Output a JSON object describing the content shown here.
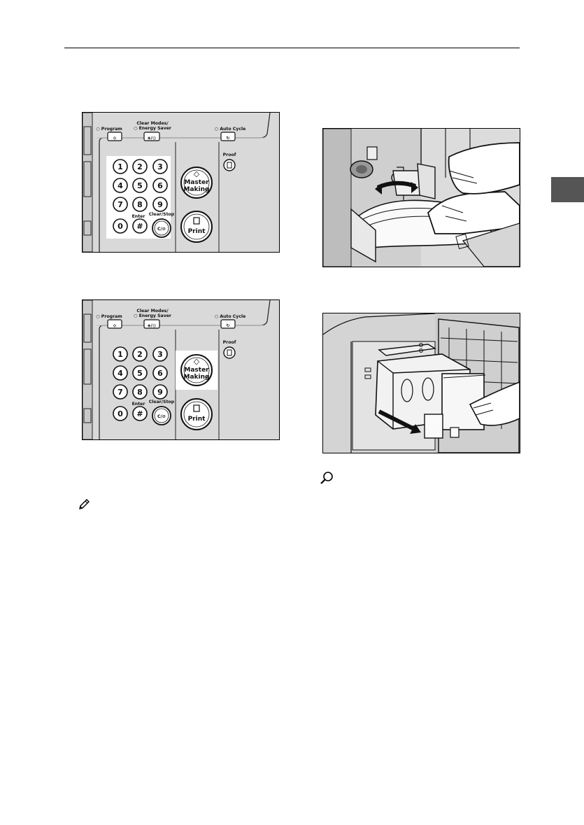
{
  "control_panel": {
    "program": "Program",
    "clear_modes_line1": "Clear Modes/",
    "clear_modes_line2": "Energy Saver",
    "auto_cycle": "Auto Cycle",
    "proof": "Proof",
    "enter": "Enter",
    "clear_stop": "Clear/Stop",
    "clear_stop_key": "C/⊘",
    "master_line1": "Master",
    "master_line2": "Making",
    "print": "Print",
    "hash": "#",
    "keys": [
      "1",
      "2",
      "3",
      "4",
      "5",
      "6",
      "7",
      "8",
      "9",
      "0"
    ]
  },
  "highlights": {
    "panel_1": "number keys",
    "panel_2": "Master Making key"
  },
  "colors": {
    "panel_bg": "#d9d9d9",
    "highlight": "#ffffff",
    "chapter_tab": "#555555"
  }
}
